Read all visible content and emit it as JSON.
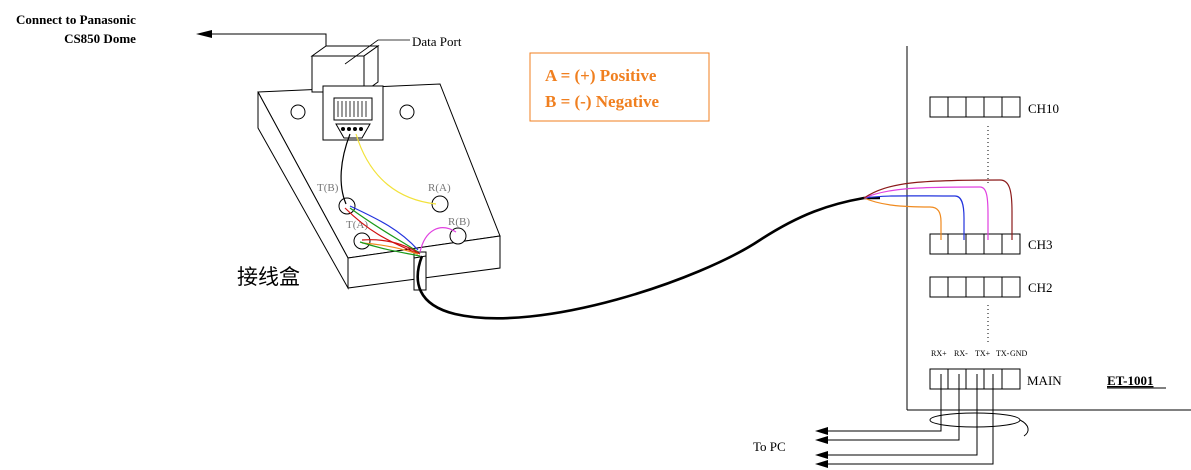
{
  "connect_label": [
    "Connect to Panasonic",
    "CS850 Dome"
  ],
  "data_port_label": "Data Port",
  "legend": {
    "line_a": "A = (+) Positive",
    "line_b": "B = (-) Negative",
    "color": "#f07f1f"
  },
  "junction_box": {
    "label": "接线盒",
    "terminals": [
      "T(B)",
      "R(A)",
      "T(A)",
      "R(B)"
    ]
  },
  "channels": [
    "CH10",
    "CH3",
    "CH2",
    "MAIN"
  ],
  "main_pins": [
    "RX+",
    "RX-",
    "TX+",
    "TX-",
    "GND"
  ],
  "device_name": "ET-1001",
  "to_pc_label": "To PC",
  "wire_colors": {
    "orange": "#f08a1e",
    "blue": "#2233dd",
    "magenta": "#e040e0",
    "brown": "#8b1a1a",
    "yellow": "#f2e23a",
    "green": "#1a9a1a",
    "red": "#d01010"
  }
}
